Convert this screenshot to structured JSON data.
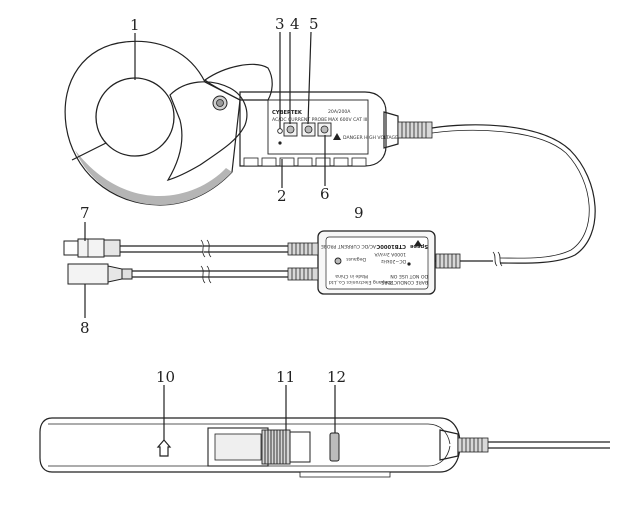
{
  "callouts": [
    "1",
    "2",
    "3",
    "4",
    "5",
    "6",
    "7",
    "8",
    "9",
    "10",
    "11",
    "12"
  ],
  "probe_head": {
    "brand": "CYBERTEK",
    "label_small_1": "AC/DC CURRENT PROBE",
    "label_small_2": "20A/200A",
    "label_small_3": "MAX 600V CAT III",
    "warning_text": "DANGER HIGH VOLTAGE"
  },
  "interface_box": {
    "logo_text": "Speee",
    "model": "CTB1000C",
    "subtitle": "AC/DC CURRENT PROBE",
    "spec_1": "1000A 2mV/A",
    "spec_2": "DC~20kHz",
    "warn_1": "DO NOT USE ON",
    "warn_2": "BARE CONDUCTORS",
    "maker": "Zhejiang Electronics Co.,Ltd",
    "origin": "Made in China",
    "degauss": "Degauss"
  },
  "colors": {
    "line": "#222222",
    "jaw_shade": "#cccccc",
    "body_shade": "#efefef"
  }
}
